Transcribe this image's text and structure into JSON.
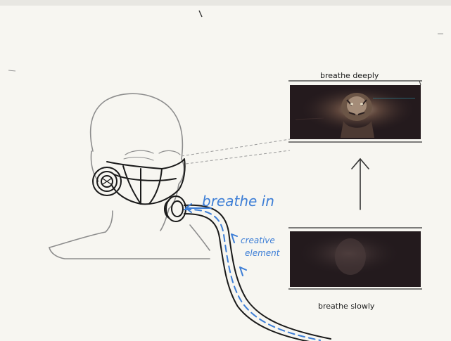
{
  "labels": {
    "breathe_deeply": "breathe deeply",
    "breathe_slowly": "breathe slowly",
    "breathe_in": "breathe in",
    "creative_line1": "creative",
    "creative_line2": "element"
  },
  "colors": {
    "board": "#f7f6f1",
    "ink": "#1a1a1a",
    "pencil": "#8d8d8d",
    "blue": "#3d7ed6",
    "screen": "#241a1d"
  }
}
